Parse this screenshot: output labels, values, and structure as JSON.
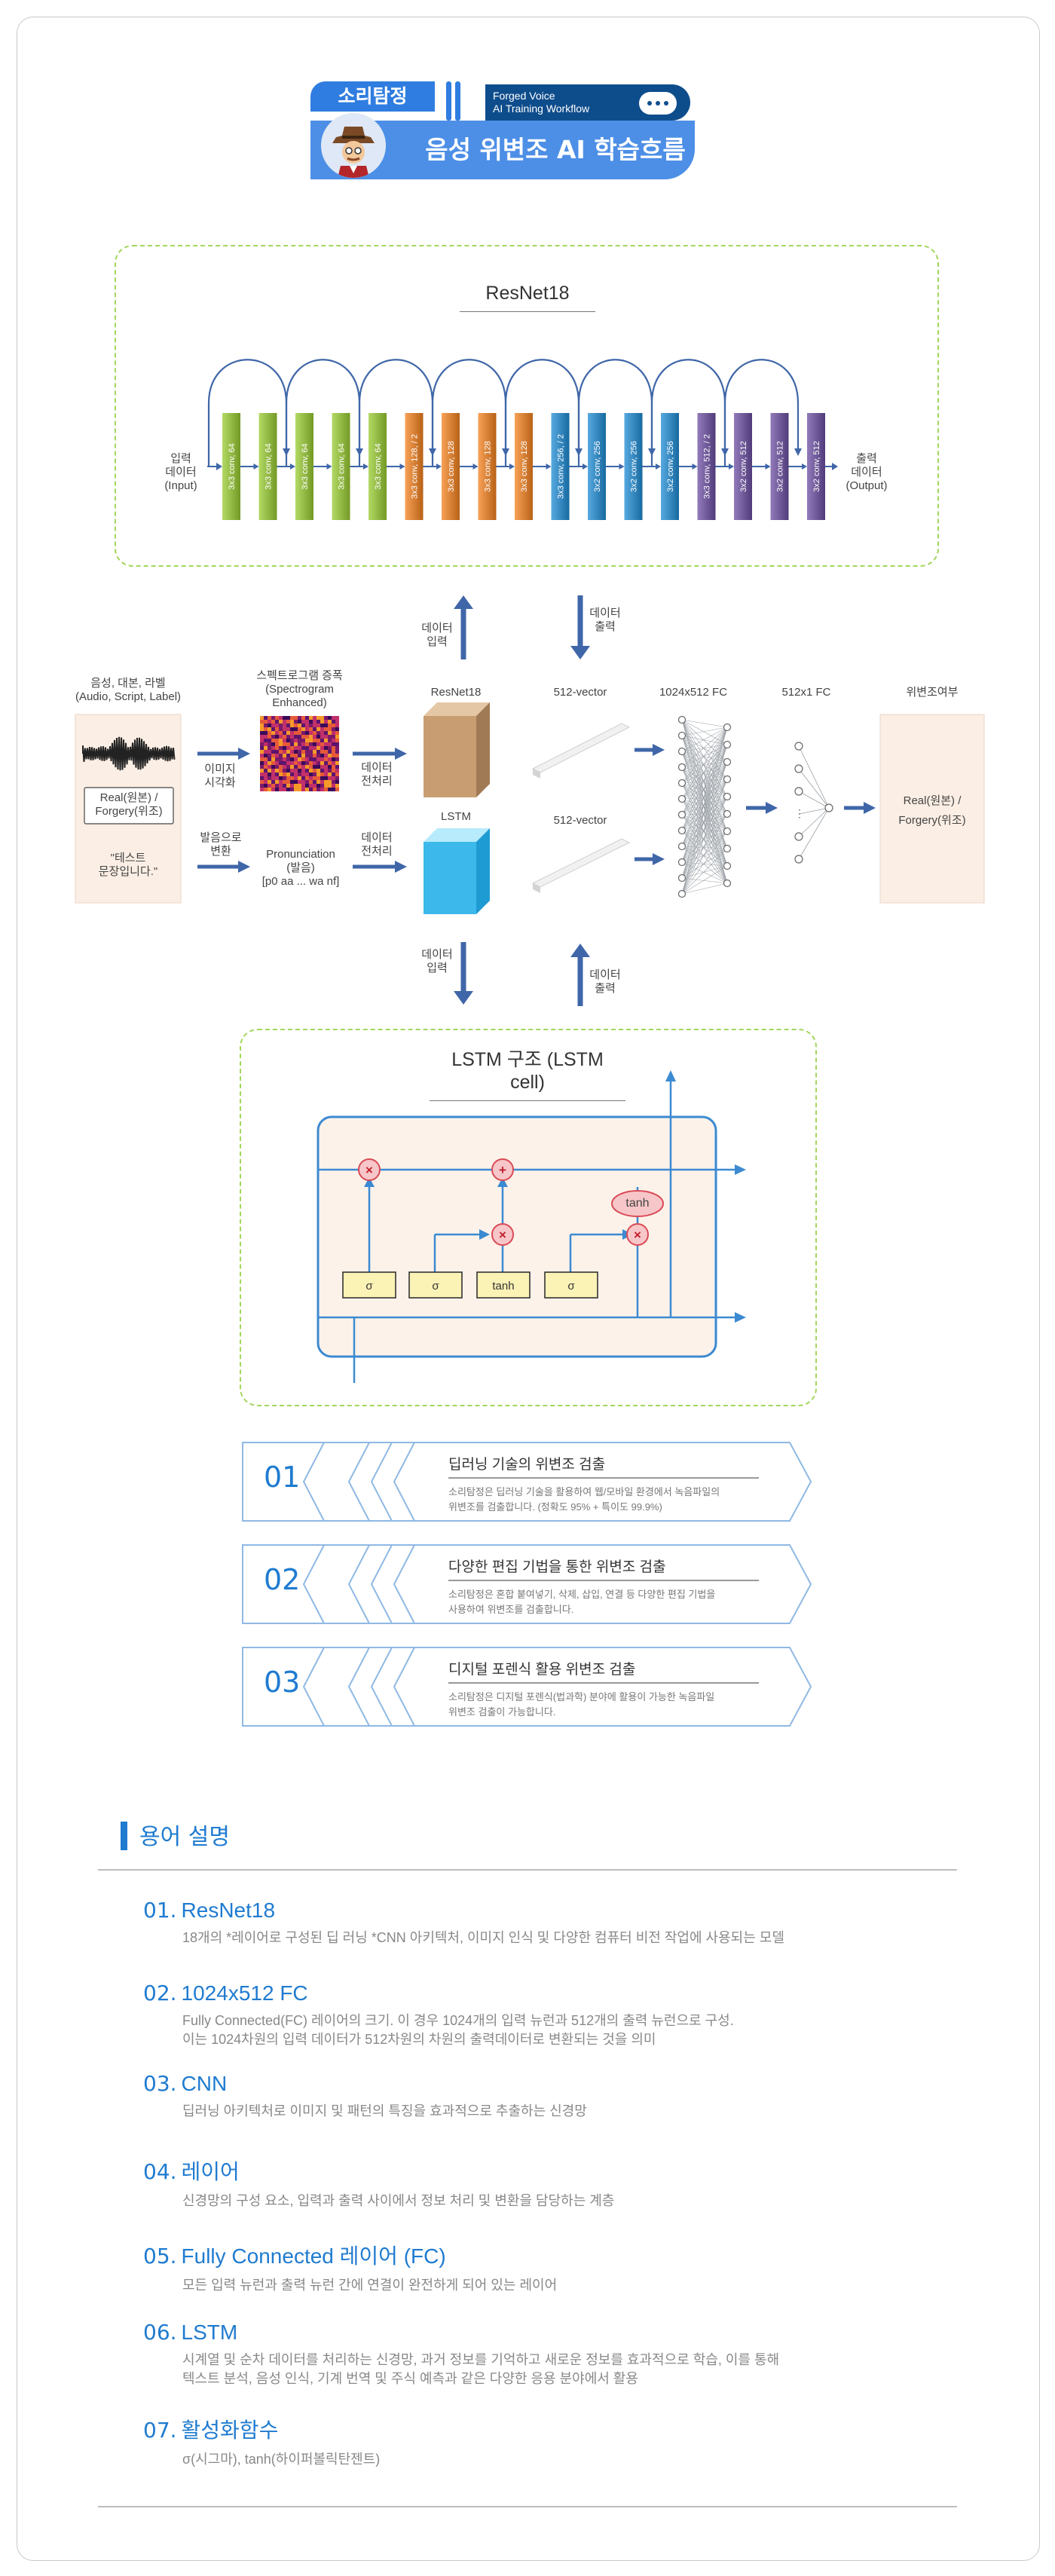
{
  "header": {
    "brand_tag": "소리탐정",
    "chip_line1": "Forged Voice",
    "chip_line2": "AI Training Workflow",
    "title": "음성 위변조 AI 학습흐름도"
  },
  "resnet": {
    "title": "ResNet18",
    "input_label": [
      "입력",
      "데이터",
      "(Input)"
    ],
    "output_label": [
      "출력",
      "데이터",
      "(Output)"
    ],
    "layers": [
      {
        "label": "3x3 conv, 64",
        "color": "#9acd32"
      },
      {
        "label": "3x3 conv, 64",
        "color": "#9acd32"
      },
      {
        "label": "3x3 conv, 64",
        "color": "#9acd32"
      },
      {
        "label": "3x3 conv, 64",
        "color": "#9acd32"
      },
      {
        "label": "3x3 conv, 64",
        "color": "#9acd32"
      },
      {
        "label": "3x3 conv, 128, / 2",
        "color": "#f5821f"
      },
      {
        "label": "3x3 conv, 128",
        "color": "#f5821f"
      },
      {
        "label": "3x3 conv, 128",
        "color": "#f5821f"
      },
      {
        "label": "3x3 conv, 128",
        "color": "#f5821f"
      },
      {
        "label": "3x3 conv, 256, / 2",
        "color": "#1f8dd6"
      },
      {
        "label": "3x2 conv, 256",
        "color": "#1f8dd6"
      },
      {
        "label": "3x2 conv, 256",
        "color": "#1f8dd6"
      },
      {
        "label": "3x2 conv, 256",
        "color": "#1f8dd6"
      },
      {
        "label": "3x3 conv, 512, / 2",
        "color": "#6c4fa3"
      },
      {
        "label": "3x2 conv, 512",
        "color": "#6c4fa3"
      },
      {
        "label": "3x2 conv, 512",
        "color": "#6c4fa3"
      },
      {
        "label": "3x2 conv, 512",
        "color": "#6c4fa3"
      }
    ]
  },
  "flow": {
    "data_in_top": [
      "데이터",
      "입력"
    ],
    "data_out_top": [
      "데이터",
      "출력"
    ],
    "data_in_bottom": [
      "데이터",
      "입력"
    ],
    "data_out_bottom": [
      "데이터",
      "출력"
    ],
    "input_title": [
      "음성, 대본, 라벨",
      "(Audio, Script, Label)"
    ],
    "input_box_label": [
      "Real(원본) /",
      "Forgery(위조)"
    ],
    "input_text": [
      "\"테스트",
      "문장입니다.\""
    ],
    "arrow_visual": [
      "이미지",
      "시각화"
    ],
    "arrow_pron": [
      "발음으로",
      "변환"
    ],
    "spectro_title": [
      "스펙트로그램 증폭",
      "(Spectrogram",
      "Enhanced)"
    ],
    "pron_label": [
      "Pronunciation",
      "(발음)",
      "[p0 aa ... wa nf]"
    ],
    "pre1": [
      "데이터",
      "전처리"
    ],
    "pre2": [
      "데이터",
      "전처리"
    ],
    "resnet_label": "ResNet18",
    "lstm_label": "LSTM",
    "vec1": "512-vector",
    "vec2": "512-vector",
    "fc1": "1024x512 FC",
    "fc2": "512x1 FC",
    "result_title": "위변조여부",
    "result_label": [
      "Real(원본) /",
      "Forgery(위조)"
    ]
  },
  "lstm": {
    "title": "LSTM 구조 (LSTM cell)",
    "gates": [
      "σ",
      "σ",
      "tanh",
      "σ"
    ],
    "ops": [
      "×",
      "+",
      "×",
      "×"
    ],
    "tanh_label": "tanh"
  },
  "features": [
    {
      "num": "01",
      "title": "딥러닝 기술의 위변조 검출",
      "desc": [
        "소리탐정은 딥러닝 기술을 활용하여 웹/모바일 환경에서 녹음파일의",
        "위변조를 검출합니다. (정확도 95% + 특이도 99.9%)"
      ]
    },
    {
      "num": "02",
      "title": "다양한 편집 기법을 통한 위변조 검출",
      "desc": [
        "소리탐정은 혼합 붙여넣기, 삭제, 삽입, 연결 등 다양한 편집 기법을",
        "사용하여 위변조를 검출합니다."
      ]
    },
    {
      "num": "03",
      "title": "디지털 포렌식 활용 위변조 검출",
      "desc": [
        "소리탐정은 디지털 포렌식(법과학) 분야에 활용이 가능한 녹음파일",
        "위변조 검출이 가능합니다."
      ]
    }
  ],
  "glossary": {
    "heading": "용어 설명",
    "items": [
      {
        "num": "01.",
        "title": "ResNet18",
        "desc": [
          "18개의 *레이어로 구성된 딥 러닝 *CNN 아키텍처, 이미지 인식 및 다양한 컴퓨터 비전 작업에 사용되는 모델"
        ]
      },
      {
        "num": "02.",
        "title": "1024x512 FC",
        "desc": [
          "Fully Connected(FC) 레이어의 크기.  이 경우 1024개의 입력 뉴런과 512개의 출력 뉴런으로 구성.",
          "이는 1024차원의 입력 데이터가 512차원의 차원의 출력데이터로 변환되는 것을 의미"
        ]
      },
      {
        "num": "03.",
        "title": "CNN",
        "desc": [
          "딥러닝 아키텍처로 이미지 및 패턴의 특징을 효과적으로 추출하는 신경망"
        ]
      },
      {
        "num": "04.",
        "title": "레이어",
        "desc": [
          "신경망의 구성 요소, 입력과 출력 사이에서 정보 처리 및 변환을 담당하는 계층"
        ]
      },
      {
        "num": "05.",
        "title": "Fully Connected 레이어 (FC)",
        "desc": [
          "모든 입력 뉴런과 출력 뉴런 간에 연결이 완전하게 되어 있는 레이어"
        ]
      },
      {
        "num": "06.",
        "title": "LSTM",
        "desc": [
          "시계열 및 순차 데이터를 처리하는 신경망, 과거 정보를 기억하고 새로운 정보를 효과적으로 학습, 이를 통해",
          "텍스트 분석, 음성 인식, 기계 번역 및 주식 예측과 같은 다양한 응용 분야에서 활용"
        ]
      },
      {
        "num": "07.",
        "title": "활성화함수",
        "desc": [
          "σ(시그마), tanh(하이퍼볼릭탄젠트)"
        ]
      }
    ]
  }
}
